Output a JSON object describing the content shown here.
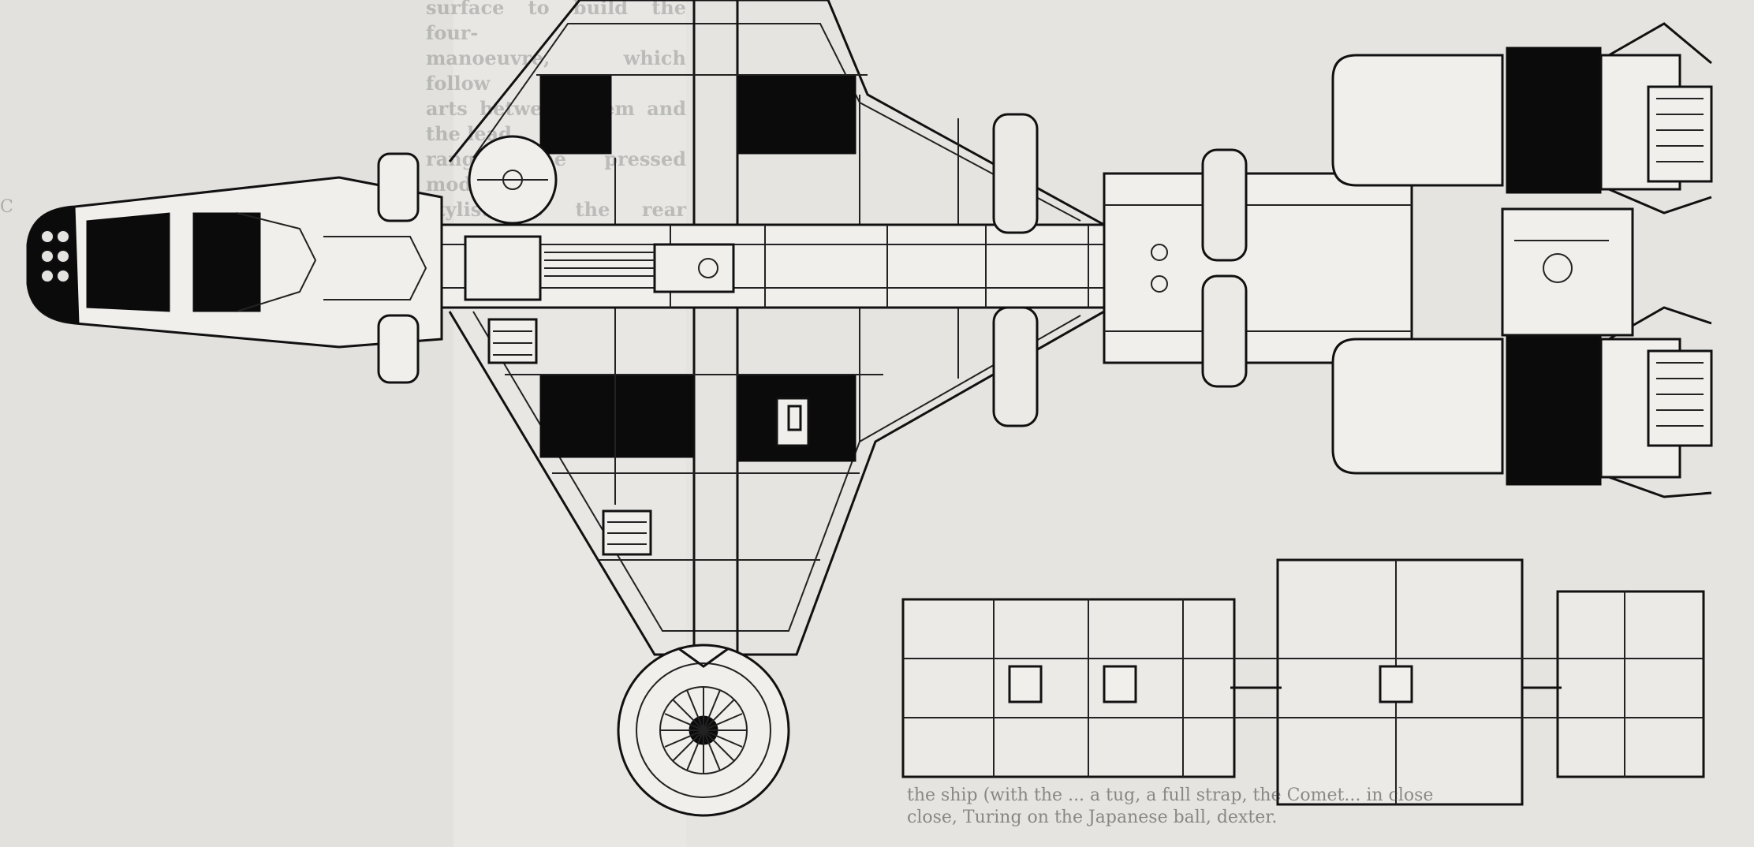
{
  "background_text": {
    "upper_right_column": "surface to build the four-\nmanoeuvre, which follow\narts between them and the lead\nrange, the pressed model by\nstylist to the rear capsule",
    "left_fragment": "C"
  },
  "caption": {
    "text": "the ship (with the ... a tug, a full strap, the Comet... in close\nclose, Turing on the Japanese ball, dexter."
  },
  "colors": {
    "paper": "#e6e4e0",
    "ink": "#111111",
    "fill_black": "#0b0b0b"
  }
}
